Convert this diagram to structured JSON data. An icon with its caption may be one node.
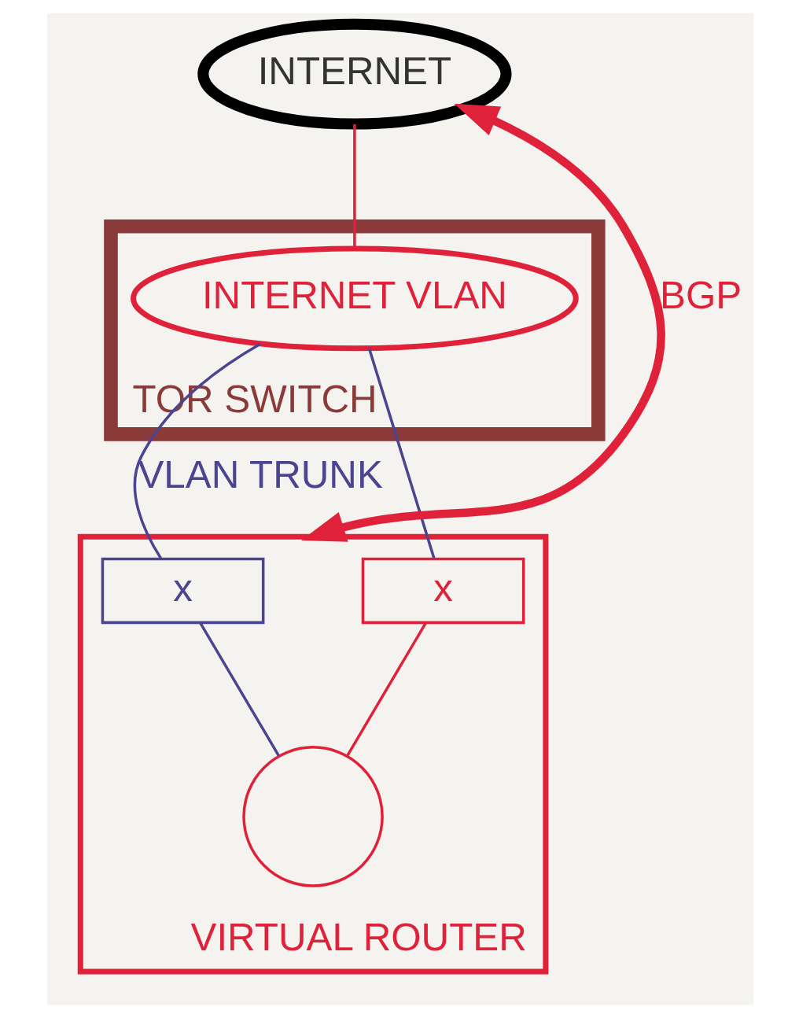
{
  "diagram": {
    "nodes": [
      {
        "text": [
          "INTERNET"
        ]
      },
      {
        "text": [
          "TOR SWITCH"
        ]
      },
      {
        "text": [
          "INTERNET VLAN"
        ],
        "in": 1
      },
      {
        "text": [
          "VIRTUAL ROUTER"
        ]
      },
      {
        "text": [
          "x"
        ],
        "in": 3
      },
      {
        "text": [
          "x"
        ],
        "in": 3
      },
      {
        "text": [],
        "shape": "circle",
        "in": 3
      }
    ],
    "edges": [
      {
        "from": 0,
        "to": 2,
        "arrow": "none"
      },
      {
        "from": 2,
        "to": 4,
        "arrow": "none",
        "label": "VLAN TRUNK",
        "color": "#4b4490"
      },
      {
        "from": 2,
        "to": 5,
        "arrow": "none",
        "color": "#4b4490"
      },
      {
        "from": 4,
        "to": 6,
        "arrow": "none",
        "color": "#4b4490"
      },
      {
        "from": 5,
        "to": 6,
        "arrow": "none"
      },
      {
        "from": 3,
        "to": 0,
        "arrow": "both",
        "label": "BGP",
        "style": "thick"
      }
    ]
  }
}
